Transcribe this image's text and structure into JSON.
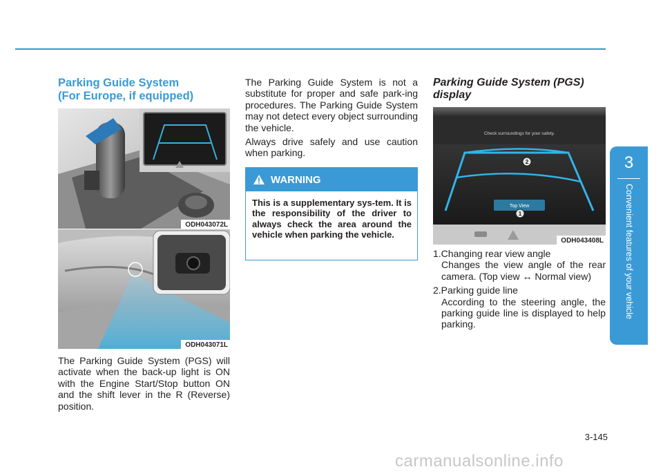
{
  "left": {
    "title_line1": "Parking Guide System",
    "title_line2": "(For Europe, if equipped)",
    "fig1_code": "ODH043072L",
    "fig2_code": "ODH043071L",
    "para": "The Parking Guide System (PGS) will activate when the back-up light is ON with the Engine Start/Stop button ON and the shift lever in the R (Reverse) position."
  },
  "middle": {
    "para1": "The Parking Guide System is not a substitute for proper and safe park-ing procedures. The Parking Guide System may not detect every object surrounding the vehicle.",
    "para2": "Always drive safely and use caution when parking.",
    "warning_title": "WARNING",
    "warning_text": "This is a supplementary sys-tem. It is the responsibility of the driver to always check the area around the vehicle when parking the vehicle."
  },
  "right": {
    "title_line1": "Parking Guide System (PGS)",
    "title_line2": "display",
    "screen_message": "Check surroundings for your safety.",
    "screen_button": "Top View",
    "callout1": "1",
    "callout2": "2",
    "fig_code": "ODH043408L",
    "items": [
      {
        "title": "1.Changing rear view angle",
        "desc": "Changes the view angle of the rear camera. (Top view ↔ Normal view)"
      },
      {
        "title": "2.Parking guide line",
        "desc": "According to the steering angle, the parking guide line is displayed to help parking."
      }
    ]
  },
  "tab": {
    "number": "3",
    "text": "Convenient features of your vehicle"
  },
  "footer": {
    "page": "3-145",
    "watermark": "carmanualsonline.info"
  }
}
